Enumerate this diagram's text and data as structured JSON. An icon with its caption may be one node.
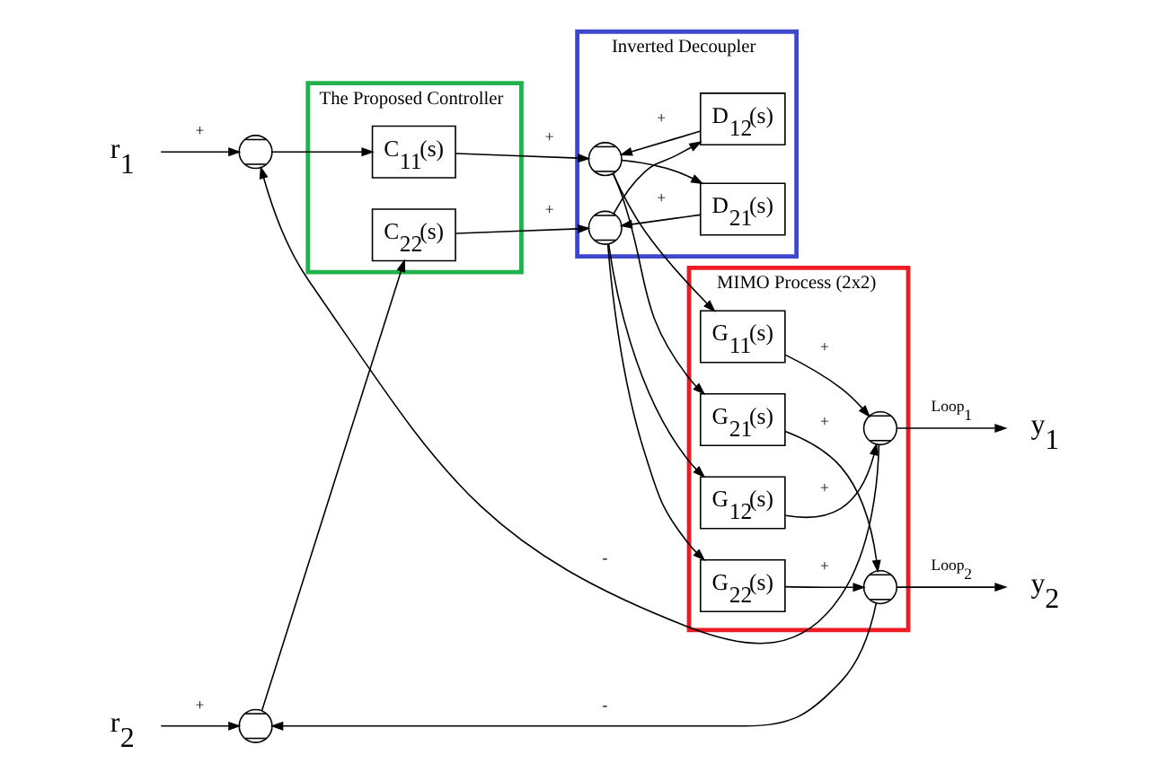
{
  "diagram": {
    "nodes": [
      {
        "text": [
          "r$_{1}$"
        ]
      },
      {
        "text": [],
        "shape": "circle"
      },
      {
        "text": [
          "The Proposed Controller"
        ]
      },
      {
        "text": [
          "C$_{11}$(s)"
        ],
        "in": 2
      },
      {
        "text": [
          "C$_{22}$(s)"
        ],
        "in": 2
      },
      {
        "text": [
          "Inverted Decoupler"
        ]
      },
      {
        "text": [],
        "shape": "circle",
        "in": 5
      },
      {
        "text": [
          "D$_{12}$(s)"
        ],
        "in": 5
      },
      {
        "text": [
          "D$_{21}$(s)"
        ],
        "in": 5
      },
      {
        "text": [],
        "shape": "circle",
        "in": 5
      },
      {
        "text": [
          "MIMO Process (2x2)"
        ]
      },
      {
        "text": [
          "G$_{11}$(s)"
        ],
        "in": 10
      },
      {
        "text": [
          "G$_{12}$(s)"
        ],
        "in": 10
      },
      {
        "text": [
          "G$_{21}$(s)"
        ],
        "in": 10
      },
      {
        "text": [
          "G$_{22}$(s)"
        ],
        "in": 10
      },
      {
        "text": [],
        "shape": "circle",
        "in": 10
      },
      {
        "text": [],
        "shape": "circle",
        "in": 10
      },
      {
        "text": [
          "y$_{1}$"
        ]
      },
      {
        "text": [
          "r$_{2}$"
        ]
      },
      {
        "text": [],
        "shape": "circle"
      },
      {
        "text": [
          "y$_{2}$"
        ]
      }
    ],
    "edges": [
      {
        "from": 0,
        "to": 1,
        "arrow": "to",
        "label": "+"
      },
      {
        "from": 15,
        "to": 1,
        "arrow": "to",
        "label": "-"
      },
      {
        "from": 1,
        "to": 3,
        "arrow": "to"
      },
      {
        "from": 3,
        "to": 6,
        "arrow": "to",
        "label": "+"
      },
      {
        "from": 7,
        "to": 6,
        "arrow": "to",
        "label": "+"
      },
      {
        "from": 6,
        "to": 11,
        "arrow": "to"
      },
      {
        "from": 6,
        "to": 13,
        "arrow": "to"
      },
      {
        "from": 6,
        "to": 8,
        "arrow": "to"
      },
      {
        "from": 18,
        "to": 19,
        "arrow": "to",
        "label": "+"
      },
      {
        "from": 16,
        "to": 19,
        "arrow": "to",
        "label": "-"
      },
      {
        "from": 19,
        "to": 4,
        "arrow": "to"
      },
      {
        "from": 4,
        "to": 9,
        "arrow": "to",
        "label": "+"
      },
      {
        "from": 8,
        "to": 9,
        "arrow": "to",
        "label": "+"
      },
      {
        "from": 9,
        "to": 14,
        "arrow": "to"
      },
      {
        "from": 9,
        "to": 12,
        "arrow": "to"
      },
      {
        "from": 9,
        "to": 7,
        "arrow": "to"
      },
      {
        "from": 11,
        "to": 15,
        "arrow": "to",
        "label": "+"
      },
      {
        "from": 12,
        "to": 15,
        "arrow": "to",
        "label": "+"
      },
      {
        "from": 13,
        "to": 16,
        "arrow": "to",
        "label": "+"
      },
      {
        "from": 14,
        "to": 16,
        "arrow": "to",
        "label": "+"
      },
      {
        "from": 15,
        "to": 17,
        "arrow": "to",
        "label": "Loop$_{1}$"
      },
      {
        "from": 16,
        "to": 20,
        "arrow": "to",
        "label": "Loop$_{2}$"
      }
    ]
  }
}
